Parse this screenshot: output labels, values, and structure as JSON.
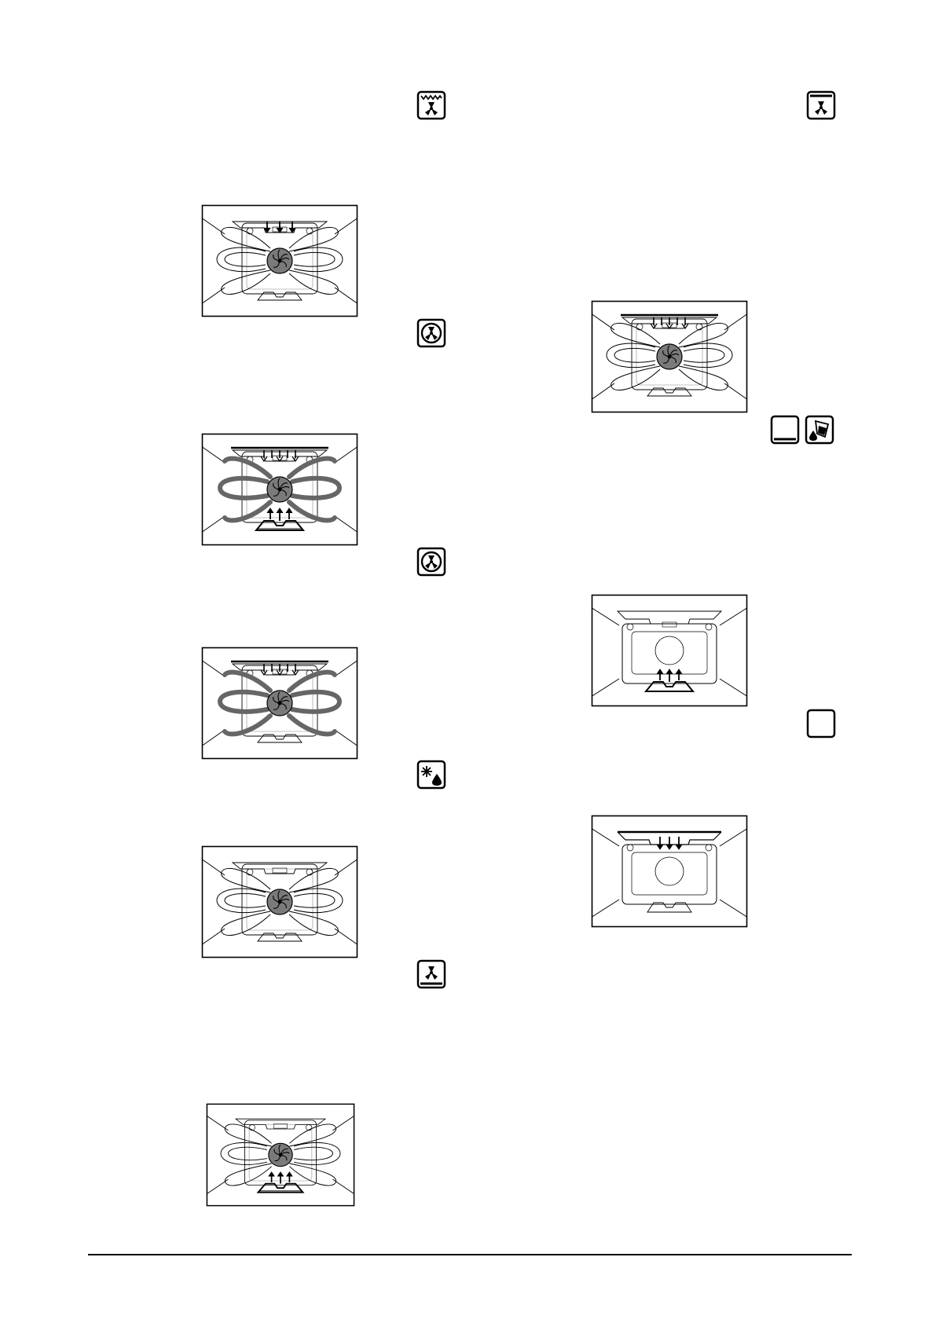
{
  "page": {
    "background": "#ffffff",
    "ink": "#000000",
    "airflow_grey": "#6f6f6f",
    "fan_grey": "#777777"
  },
  "left_column": {
    "diagrams": [
      {
        "name": "diagram-fan-grill-top",
        "elements": [
          "top-grill",
          "fan",
          "light-airflow"
        ]
      },
      {
        "name": "diagram-fan-top-bottom",
        "elements": [
          "top-element",
          "fan",
          "bottom-element",
          "dark-airflow"
        ]
      },
      {
        "name": "diagram-fan-dark",
        "elements": [
          "top-element",
          "fan",
          "dark-airflow"
        ]
      },
      {
        "name": "diagram-fan-only",
        "elements": [
          "fan",
          "light-airflow"
        ]
      },
      {
        "name": "diagram-fan-bottom",
        "elements": [
          "fan",
          "bottom-element",
          "light-airflow"
        ]
      }
    ]
  },
  "middle_column": {
    "icons": [
      {
        "name": "fan-grill-icon"
      },
      {
        "name": "fan-ring-icon"
      },
      {
        "name": "fan-ring-icon-2"
      },
      {
        "name": "defrost-icon"
      },
      {
        "name": "fan-bottom-icon"
      }
    ]
  },
  "right_column": {
    "icons": [
      {
        "name": "fan-top-icon"
      },
      {
        "name": "oven-blank-icon"
      },
      {
        "name": "cleaning-icon"
      },
      {
        "name": "oven-light-icon"
      }
    ],
    "diagrams": [
      {
        "name": "diagram-fan-top-heat",
        "elements": [
          "top-element",
          "fan",
          "light-airflow"
        ]
      },
      {
        "name": "diagram-bottom-heat",
        "elements": [
          "bottom-element"
        ]
      },
      {
        "name": "diagram-top-heat",
        "elements": [
          "top-element"
        ]
      }
    ]
  }
}
